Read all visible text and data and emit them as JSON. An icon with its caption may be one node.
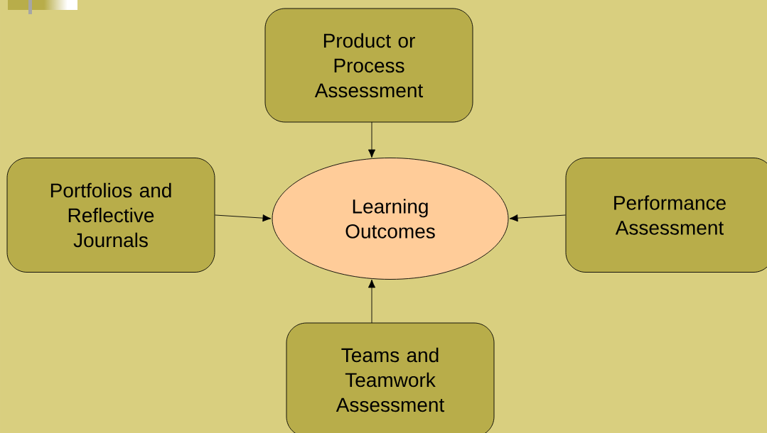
{
  "diagram": {
    "nodes": [
      {
        "text": [
          "Product or Process Assessment"
        ]
      },
      {
        "text": [
          "Portfolios and Reflective Journals"
        ]
      },
      {
        "text": [
          "Learning Outcomes"
        ]
      },
      {
        "text": [
          "Performance Assessment"
        ]
      },
      {
        "text": [
          "Teams and Teamwork Assessment"
        ]
      }
    ],
    "edges": [
      {
        "from": 0,
        "to": 2,
        "arrow": "to"
      },
      {
        "from": 1,
        "to": 2,
        "arrow": "to"
      },
      {
        "from": 3,
        "to": 2,
        "arrow": "to"
      },
      {
        "from": 4,
        "to": 2,
        "arrow": "to"
      }
    ]
  }
}
